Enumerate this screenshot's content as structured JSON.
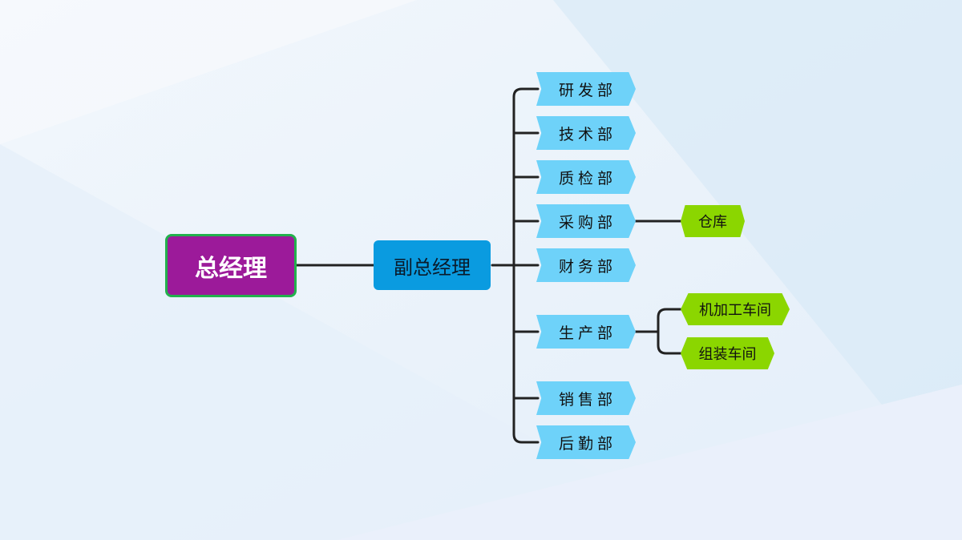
{
  "diagram": {
    "ceo": "总经理",
    "vice_president": "副总经理",
    "departments": [
      {
        "label": "研发部"
      },
      {
        "label": "技术部"
      },
      {
        "label": "质检部"
      },
      {
        "label": "采购部"
      },
      {
        "label": "财务部"
      },
      {
        "label": "生产部"
      },
      {
        "label": "销售部"
      },
      {
        "label": "后勤部"
      }
    ],
    "sub_units": [
      {
        "label": "仓库",
        "parent": "采购部"
      },
      {
        "label": "机加工车间",
        "parent": "生产部"
      },
      {
        "label": "组装车间",
        "parent": "生产部"
      }
    ]
  },
  "colors": {
    "ceo_fill": "#9c1a9a",
    "ceo_border": "#22b14c",
    "vp_fill": "#0a9be0",
    "dept_fill": "#6ed2f9",
    "sub_fill": "#8bd600",
    "connector": "#222222"
  }
}
